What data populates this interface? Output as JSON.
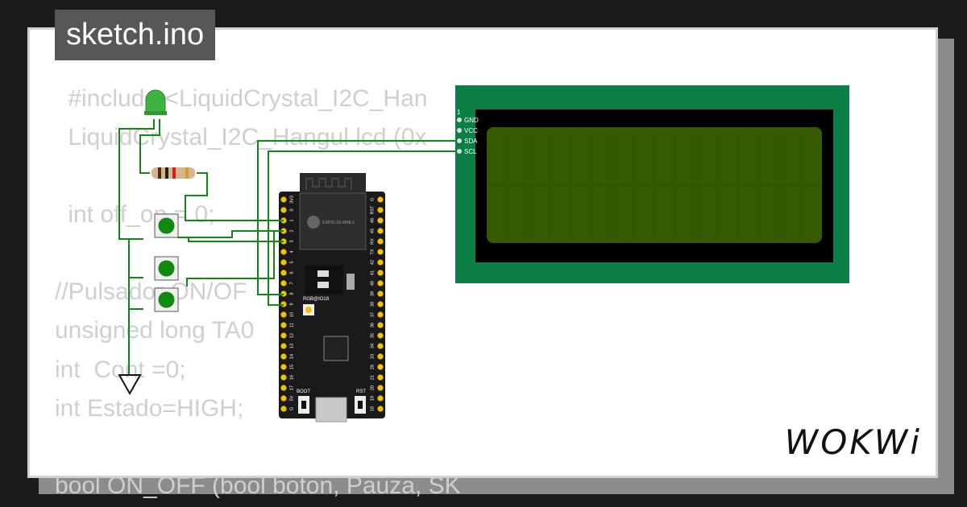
{
  "title": "sketch.ino",
  "code_lines": [
    " #include <LiquidCrystal_I2C_Han",
    " LiquidCrystal_I2C_Hangul lcd (0x",
    "",
    " int off_on = 0;",
    "",
    "//Pulsador ON/OF",
    "unsigned long TA0",
    "int  Cont =0;",
    "int Estado=HIGH;",
    "",
    "bool ON_OFF (bool boton, Pauza, SK"
  ],
  "lcd": {
    "pins": [
      "GND",
      "VCC",
      "SDA",
      "SCL"
    ],
    "pin1_label": "1"
  },
  "board": {
    "module_text": "ESP32-S2-MINI-1",
    "rgb_label": "RGB@IO18",
    "boot_label": "BOOT",
    "rst_label": "RST",
    "left_pins": [
      "3V3",
      "0",
      "1",
      "2",
      "3",
      "4",
      "5",
      "6",
      "7",
      "8",
      "9",
      "10",
      "11",
      "12",
      "13",
      "14",
      "15",
      "16",
      "17",
      "5V",
      "G"
    ],
    "right_pins": [
      "G",
      "RST",
      "46",
      "45",
      "RX",
      "TX",
      "42",
      "41",
      "40",
      "39",
      "38",
      "37",
      "36",
      "35",
      "34",
      "33",
      "26",
      "21",
      "20",
      "19",
      "18"
    ]
  },
  "brand": "WOKWi",
  "colors": {
    "wire": "#118811",
    "lcd_pcb": "#0b7f45",
    "lcd_glass": "#365a00",
    "board": "#1a1a1a",
    "pin": "#f2c200"
  }
}
